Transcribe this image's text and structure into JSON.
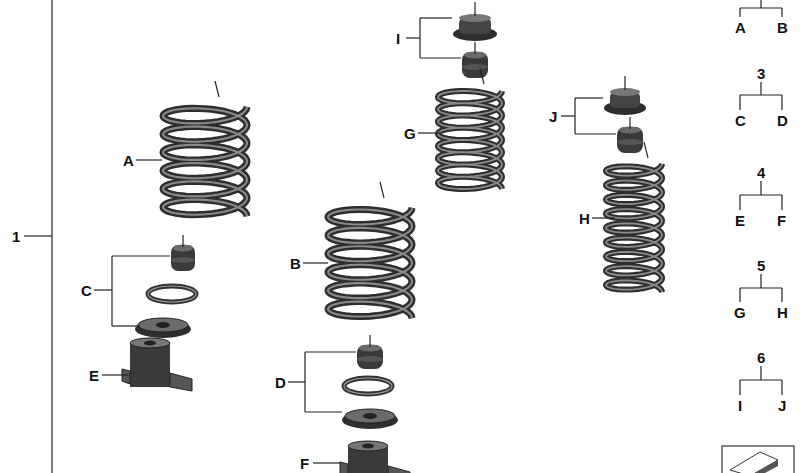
{
  "diagram": {
    "labels": [
      "1",
      "A",
      "B",
      "C",
      "D",
      "E",
      "F",
      "G",
      "H",
      "I",
      "J",
      "A",
      "B",
      "3",
      "C",
      "D",
      "4",
      "E",
      "F",
      "5",
      "G",
      "H",
      "6",
      "I",
      "J"
    ]
  }
}
